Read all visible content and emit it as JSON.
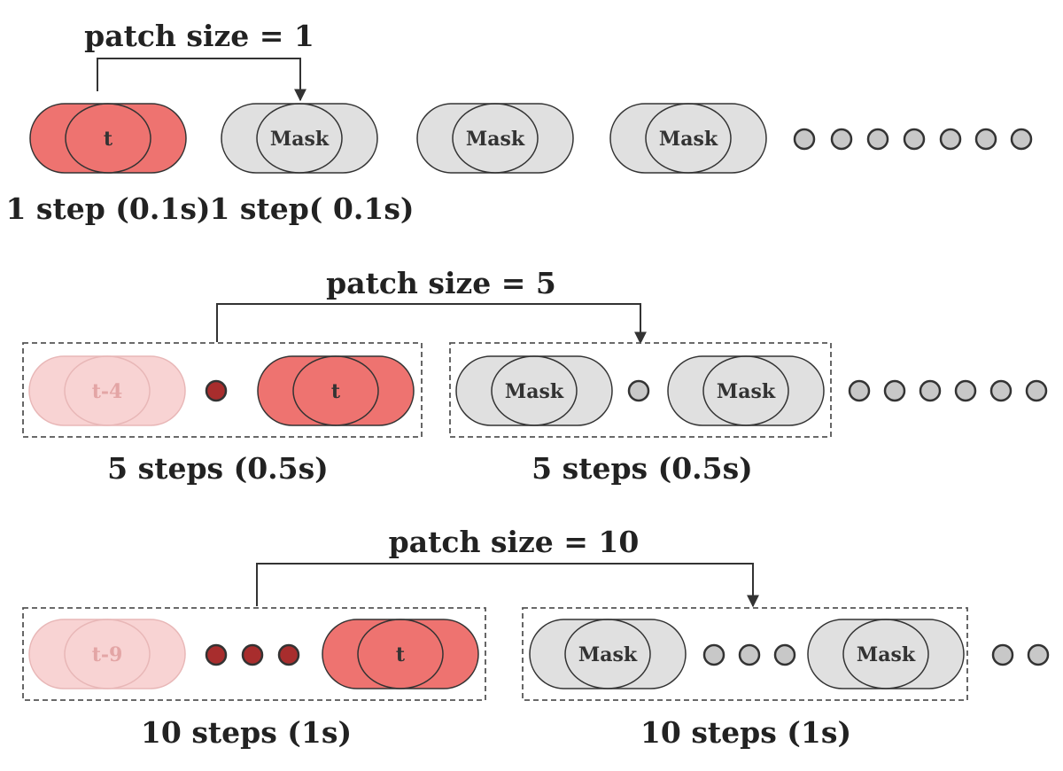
{
  "colors": {
    "current": "#EE7370",
    "faded": "#F8D3D3",
    "mask": "#E0E0E0",
    "past_dot": "#A82D2D",
    "future_dot": "#C8C8C8",
    "stroke": "#333333",
    "faded_stroke": "#E8B7B7",
    "faded_text": "#E3A5A5"
  },
  "rows": [
    {
      "patch_label": "patch size = 1",
      "step_labels": [
        "1 step (0.1s)",
        "1 step( 0.1s)"
      ],
      "tokens": {
        "t": "t",
        "mask": [
          "Mask",
          "Mask",
          "Mask"
        ]
      },
      "trailing_dots": 7
    },
    {
      "patch_label": "patch size = 5",
      "step_labels": [
        "5 steps (0.5s)",
        "5 steps (0.5s)"
      ],
      "tokens": {
        "past": "t-4",
        "t": "t",
        "mask": [
          "Mask",
          "Mask"
        ]
      },
      "past_dots": 1,
      "future_dots": 1,
      "trailing_dots": 6
    },
    {
      "patch_label": "patch size = 10",
      "step_labels": [
        "10 steps (1s)",
        "10 steps (1s)"
      ],
      "tokens": {
        "past": "t-9",
        "t": "t",
        "mask": [
          "Mask",
          "Mask"
        ]
      },
      "past_dots": 3,
      "future_dots": 3,
      "trailing_dots": 2
    }
  ]
}
